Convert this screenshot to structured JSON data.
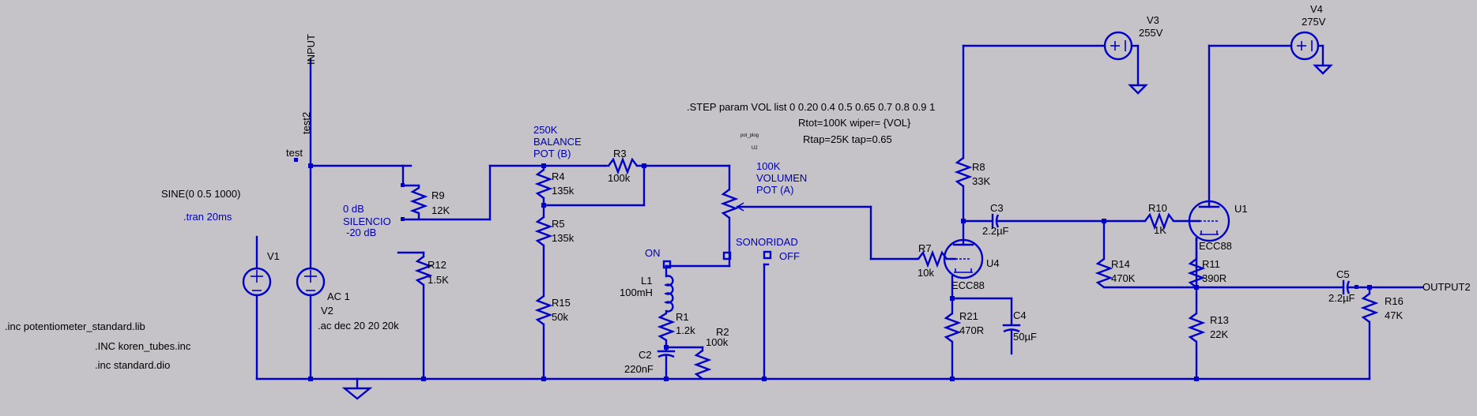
{
  "colors": {
    "background": "#c5c3c8",
    "wire": "#0000c8",
    "text": "#000000",
    "comment": "#0000b0"
  },
  "directives": {
    "step": ".STEP param VOL list 0 0.20 0.4 0.5 0.65 0.7 0.8 0.9 1",
    "rtot": "Rtot=100K wiper= {VOL}",
    "rtap": "Rtap=25K tap=0.65",
    "tran": ".tran 20ms",
    "inc1": ".inc potentiometer_standard.lib",
    "inc2": ".INC koren_tubes.inc",
    "inc3": ".inc standard.dio",
    "ac": ".ac dec 20 20 20k"
  },
  "nets": {
    "input": "INPUT",
    "test2": "test2",
    "test": "test",
    "output": "OUTPUT2"
  },
  "sources": {
    "v1": {
      "name": "V1",
      "value": "SINE(0 0.5 1000)"
    },
    "v2": {
      "name": "V2",
      "value": "AC 1"
    },
    "v3": {
      "name": "V3",
      "value": "255V"
    },
    "v4": {
      "name": "V4",
      "value": "275V"
    }
  },
  "resistors": {
    "r1": {
      "name": "R1",
      "value": "1.2k"
    },
    "r2": {
      "name": "R2",
      "value": "100k"
    },
    "r3": {
      "name": "R3",
      "value": "100k"
    },
    "r4": {
      "name": "R4",
      "value": "135k"
    },
    "r5": {
      "name": "R5",
      "value": "135k"
    },
    "r7": {
      "name": "R7",
      "value": "10k"
    },
    "r8": {
      "name": "R8",
      "value": "33K"
    },
    "r9": {
      "name": "R9",
      "value": "12K"
    },
    "r10": {
      "name": "R10",
      "value": "1K"
    },
    "r11": {
      "name": "R11",
      "value": "390R"
    },
    "r12": {
      "name": "R12",
      "value": "1.5K"
    },
    "r13": {
      "name": "R13",
      "value": "22K"
    },
    "r14": {
      "name": "R14",
      "value": "470K"
    },
    "r15": {
      "name": "R15",
      "value": "50k"
    },
    "r16": {
      "name": "R16",
      "value": "47K"
    },
    "r21": {
      "name": "R21",
      "value": "470R"
    }
  },
  "capacitors": {
    "c2": {
      "name": "C2",
      "value": "220nF"
    },
    "c3": {
      "name": "C3",
      "value": "2.2µF"
    },
    "c4": {
      "name": "C4",
      "value": "50µF"
    },
    "c5": {
      "name": "C5",
      "value": "2.2µF"
    }
  },
  "inductors": {
    "l1": {
      "name": "L1",
      "value": "100mH"
    }
  },
  "tubes": {
    "u1": {
      "name": "U1",
      "value": "ECC88"
    },
    "u4": {
      "name": "U4",
      "value": "ECC88"
    }
  },
  "pot_block": {
    "label": "pot_plog",
    "ref": "U2"
  },
  "comments": {
    "balance1": "250K",
    "balance2": "BALANCE",
    "balance3": "POT (B)",
    "volumen1": "100K",
    "volumen2": "VOLUMEN",
    "volumen3": "POT (A)",
    "zero_db": "0 dB",
    "silencio": "SILENCIO",
    "minus20": "-20 dB",
    "sonoridad": "SONORIDAD",
    "on": "ON",
    "off": "OFF"
  }
}
